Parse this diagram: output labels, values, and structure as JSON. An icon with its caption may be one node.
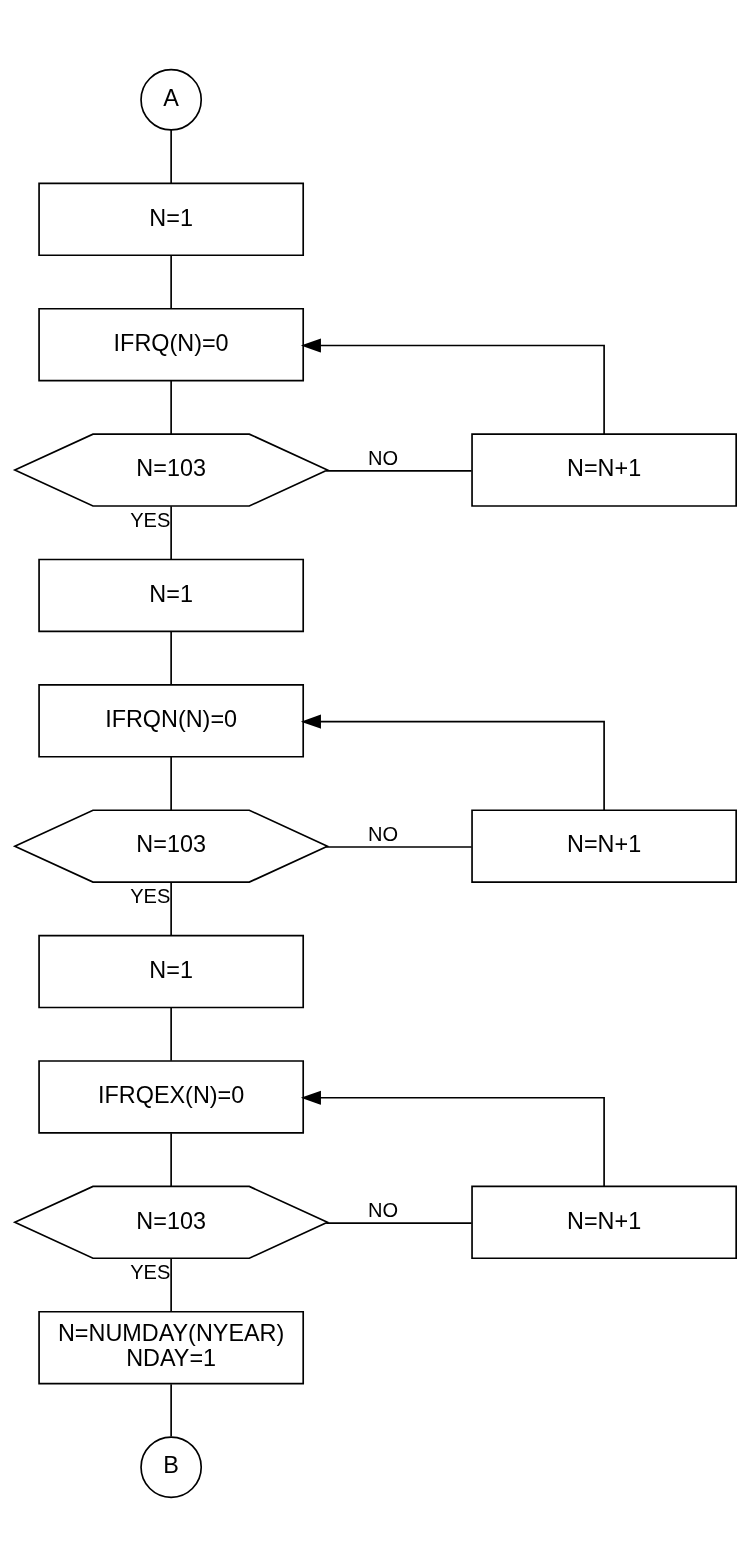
{
  "diagram": {
    "nodes": [
      {
        "text": [
          "A"
        ]
      },
      {
        "text": [
          "N=1"
        ]
      },
      {
        "text": [
          "IFRQ(N)=0"
        ]
      },
      {
        "text": [
          "N=103"
        ]
      },
      {
        "text": [
          "N=N+1"
        ]
      },
      {
        "text": [
          "N=1"
        ]
      },
      {
        "text": [
          "IFRQN(N)=0"
        ]
      },
      {
        "text": [
          "N=103"
        ]
      },
      {
        "text": [
          "N=N+1"
        ]
      },
      {
        "text": [
          "N=1"
        ]
      },
      {
        "text": [
          "IFRQEX(N)=0"
        ]
      },
      {
        "text": [
          "N=103"
        ]
      },
      {
        "text": [
          "N=N+1"
        ]
      },
      {
        "text": [
          "N=NUMDAY(NYEAR)",
          "NDAY=1"
        ]
      },
      {
        "text": [
          "B"
        ]
      }
    ],
    "edges": [
      {
        "from": 0,
        "to": 1,
        "arrow": "none"
      },
      {
        "from": 1,
        "to": 2,
        "arrow": "none"
      },
      {
        "from": 2,
        "to": 3,
        "arrow": "none"
      },
      {
        "from": 3,
        "to": 4,
        "arrow": "none",
        "label": "NO"
      },
      {
        "from": 4,
        "to": 2,
        "arrow": "to"
      },
      {
        "from": 3,
        "to": 5,
        "arrow": "none",
        "label": "YES"
      },
      {
        "from": 5,
        "to": 6,
        "arrow": "none"
      },
      {
        "from": 6,
        "to": 7,
        "arrow": "none"
      },
      {
        "from": 7,
        "to": 8,
        "arrow": "none",
        "label": "NO"
      },
      {
        "from": 8,
        "to": 6,
        "arrow": "to"
      },
      {
        "from": 7,
        "to": 9,
        "arrow": "none",
        "label": "YES"
      },
      {
        "from": 9,
        "to": 10,
        "arrow": "none"
      },
      {
        "from": 10,
        "to": 11,
        "arrow": "none"
      },
      {
        "from": 11,
        "to": 12,
        "arrow": "none",
        "label": "NO"
      },
      {
        "from": 12,
        "to": 10,
        "arrow": "to"
      },
      {
        "from": 11,
        "to": 13,
        "arrow": "none",
        "label": "YES"
      },
      {
        "from": 13,
        "to": 14,
        "arrow": "none"
      }
    ]
  }
}
